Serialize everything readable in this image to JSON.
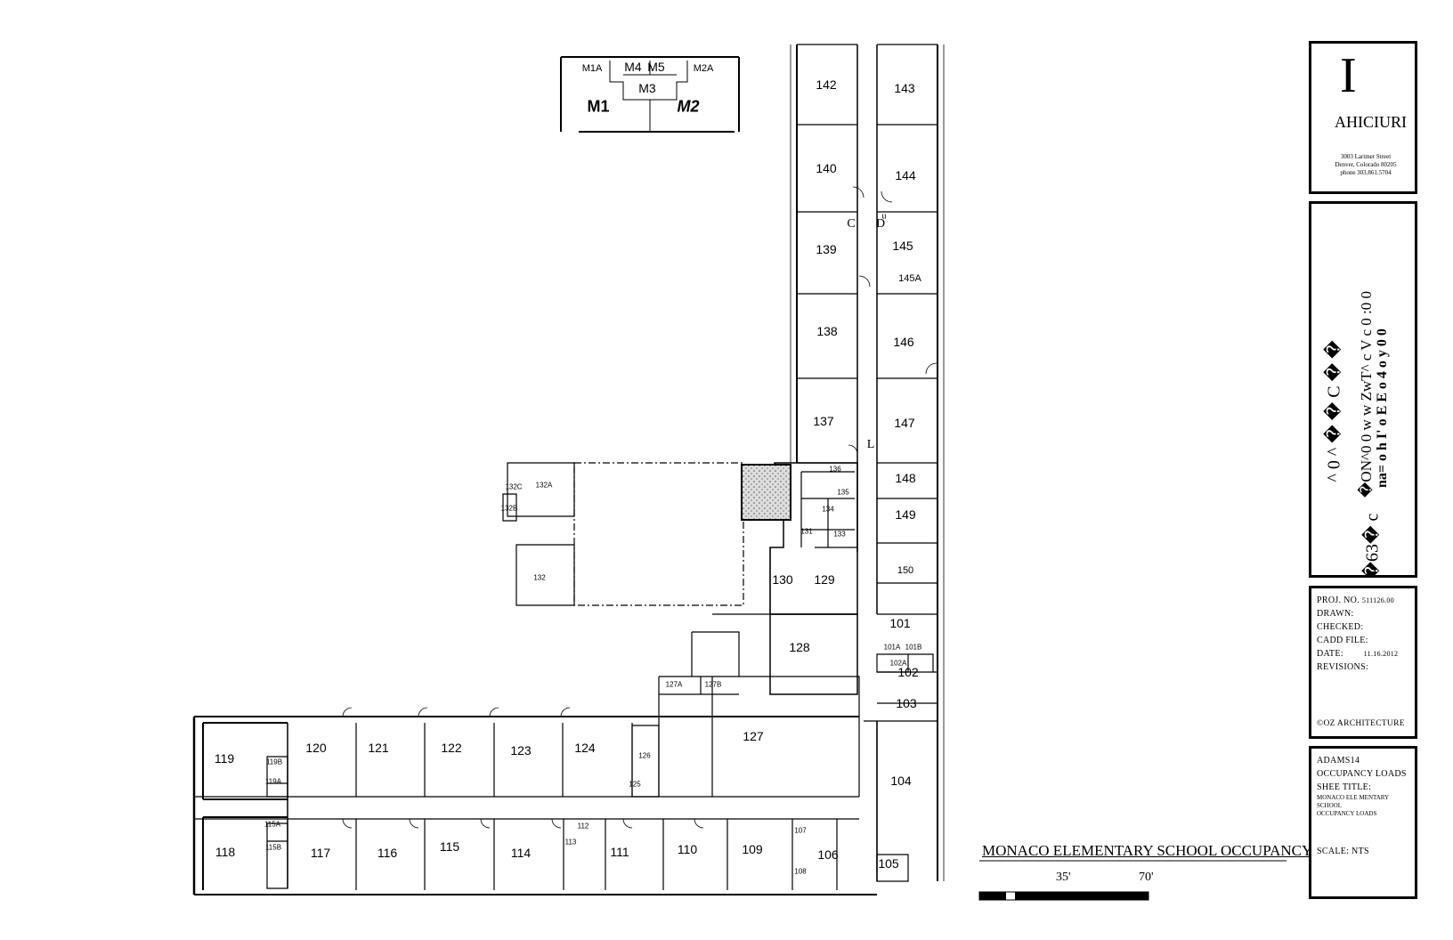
{
  "drawing": {
    "title": "MONACO ELEMENTARY SCHOOL OCCUPANCY LOADS",
    "scale_marks": [
      "35'",
      "70'"
    ]
  },
  "title_block": {
    "logo_mark": "I",
    "logo_name": "AHICIURI",
    "address_line1": "3003 Larimer Street",
    "address_line2": "Denver, Colorado 80205",
    "phone": "phone 303.861.5704",
    "proj_no_label": "PROJ. NO.",
    "proj_no_value": "511126.00",
    "drawn_label": "DRAWN:",
    "checked_label": "CHECKED:",
    "cadd_label": "CADD FILE:",
    "date_label": "DATE:",
    "date_value": "11.16.2012",
    "revisions_label": "REVISIONS:",
    "copyright": "©OZ ARCHITECTURE",
    "sheet_line1": "ADAMS14",
    "sheet_line2": "OCCUPANCY LOADS",
    "sheet_title_label": "SHEE TITLE:",
    "sheet_title_value1": "MONACO ELE MENTARY SCHOOL",
    "sheet_title_value2": "OCCUPANCY LOADS",
    "scale_label": "SCALE: NTS",
    "garbled_col1": "^ 0 ^ � � C � �",
    "garbled_col2": "�ON^0 0 w w ZwT^ c V c 0 :0 0",
    "garbled_col3": "�63� c",
    "garbled_col4": "na= o h I' o E E o 4 o y 0 0",
    "corridor_marks": [
      "C",
      "D",
      "L",
      "u"
    ]
  },
  "modular_labels": [
    "M1A",
    "M4",
    "M5",
    "M2A",
    "M3",
    "M1",
    "M2"
  ],
  "rooms": [
    {
      "id": "142"
    },
    {
      "id": "143"
    },
    {
      "id": "140"
    },
    {
      "id": "144"
    },
    {
      "id": "139"
    },
    {
      "id": "145"
    },
    {
      "id": "145A"
    },
    {
      "id": "138"
    },
    {
      "id": "146"
    },
    {
      "id": "137"
    },
    {
      "id": "147"
    },
    {
      "id": "148"
    },
    {
      "id": "149"
    },
    {
      "id": "150"
    },
    {
      "id": "136"
    },
    {
      "id": "135"
    },
    {
      "id": "134"
    },
    {
      "id": "133"
    },
    {
      "id": "131"
    },
    {
      "id": "132"
    },
    {
      "id": "132A"
    },
    {
      "id": "132B"
    },
    {
      "id": "132C"
    },
    {
      "id": "130"
    },
    {
      "id": "129"
    },
    {
      "id": "128"
    },
    {
      "id": "127"
    },
    {
      "id": "127A"
    },
    {
      "id": "127B"
    },
    {
      "id": "126"
    },
    {
      "id": "125"
    },
    {
      "id": "124"
    },
    {
      "id": "123"
    },
    {
      "id": "122"
    },
    {
      "id": "121"
    },
    {
      "id": "120"
    },
    {
      "id": "119"
    },
    {
      "id": "119A"
    },
    {
      "id": "119B"
    },
    {
      "id": "118"
    },
    {
      "id": "117"
    },
    {
      "id": "116"
    },
    {
      "id": "115"
    },
    {
      "id": "115A"
    },
    {
      "id": "115B"
    },
    {
      "id": "114"
    },
    {
      "id": "113"
    },
    {
      "id": "112"
    },
    {
      "id": "111"
    },
    {
      "id": "110"
    },
    {
      "id": "109"
    },
    {
      "id": "107"
    },
    {
      "id": "108"
    },
    {
      "id": "106"
    },
    {
      "id": "105"
    },
    {
      "id": "104"
    },
    {
      "id": "103"
    },
    {
      "id": "102"
    },
    {
      "id": "102A"
    },
    {
      "id": "101"
    },
    {
      "id": "101A"
    },
    {
      "id": "101B"
    }
  ]
}
